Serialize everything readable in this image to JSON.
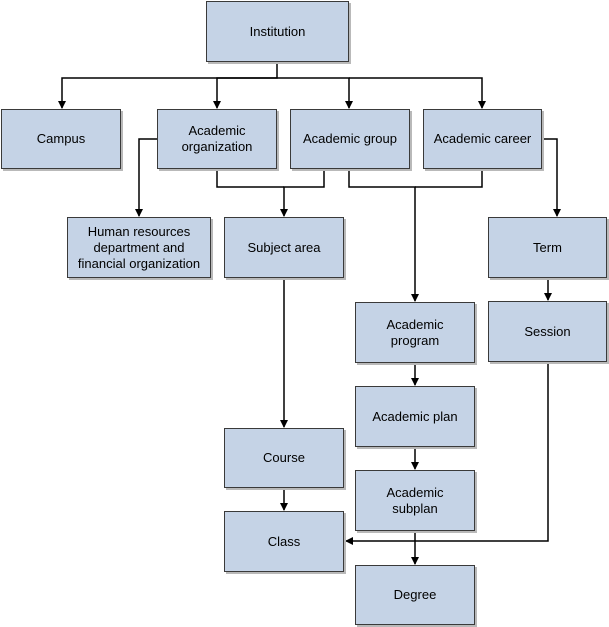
{
  "nodes": {
    "institution": "Institution",
    "campus": "Campus",
    "academic_organization": "Academic\norganization",
    "academic_group": "Academic group",
    "academic_career": "Academic career",
    "human_resources": "Human resources\ndepartment and\nfinancial organization",
    "subject_area": "Subject area",
    "term": "Term",
    "academic_program": "Academic\nprogram",
    "session": "Session",
    "academic_plan": "Academic plan",
    "course": "Course",
    "academic_subplan": "Academic subplan",
    "class": "Class",
    "degree": "Degree"
  },
  "edges": [
    [
      "institution",
      "campus"
    ],
    [
      "institution",
      "academic_organization"
    ],
    [
      "institution",
      "academic_group"
    ],
    [
      "institution",
      "academic_career"
    ],
    [
      "academic_organization",
      "human_resources"
    ],
    [
      "academic_organization",
      "subject_area"
    ],
    [
      "academic_group",
      "subject_area"
    ],
    [
      "academic_group",
      "academic_program"
    ],
    [
      "academic_career",
      "academic_program"
    ],
    [
      "academic_career",
      "term"
    ],
    [
      "subject_area",
      "course"
    ],
    [
      "term",
      "session"
    ],
    [
      "academic_program",
      "academic_plan"
    ],
    [
      "academic_plan",
      "academic_subplan"
    ],
    [
      "academic_subplan",
      "degree"
    ],
    [
      "course",
      "class"
    ],
    [
      "session",
      "class"
    ]
  ],
  "colors": {
    "box_fill": "#c5d3e6",
    "box_border": "#3a3a3a",
    "line": "#000000"
  }
}
